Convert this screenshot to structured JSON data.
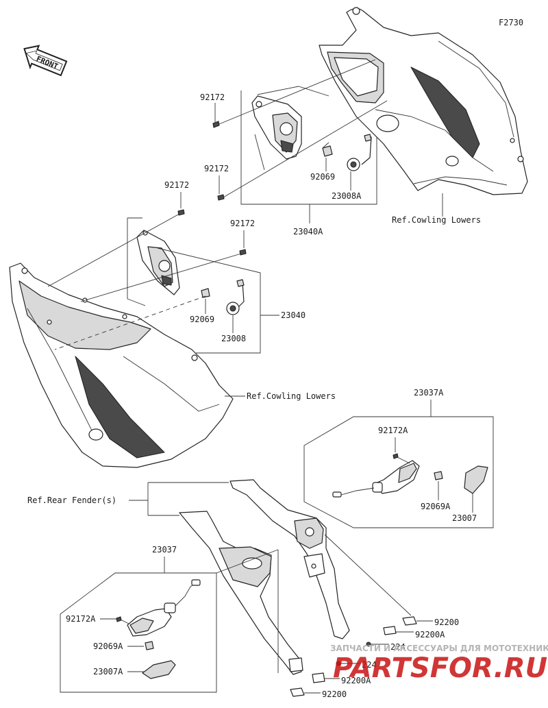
{
  "figure_code": "F2730",
  "front_label": "FRONT",
  "labels": {
    "p92172_a": "92172",
    "p92172_b": "92172",
    "p92172_c": "92172",
    "p92172_d": "92172",
    "p92069_top": "92069",
    "p23008A": "23008A",
    "p23040A": "23040A",
    "ref_cowling_top": "Ref.Cowling Lowers",
    "p92069_mid": "92069",
    "p23008": "23008",
    "p23040": "23040",
    "ref_cowling_mid": "Ref.Cowling Lowers",
    "p23037A": "23037A",
    "p92172A_right": "92172A",
    "p92069A_right": "92069A",
    "p23007": "23007",
    "ref_rear_fender": "Ref.Rear Fender(s)",
    "p23037": "23037",
    "p92172A_left": "92172A",
    "p92069A_left": "92069A",
    "p23007A": "23007A",
    "p92200_top": "92200",
    "p92200A_top": "92200A",
    "p224_top": "224",
    "p224_bottom": "224",
    "p92200A_bottom": "92200A",
    "p92200_bottom": "92200"
  },
  "watermark": {
    "caption": "ЗАПЧАСТИ И АКСЕССУАРЫ ДЛЯ МОТОТЕХНИКИ",
    "brand": "PARTSFOR.RU",
    "brand_color": "#c81414"
  }
}
